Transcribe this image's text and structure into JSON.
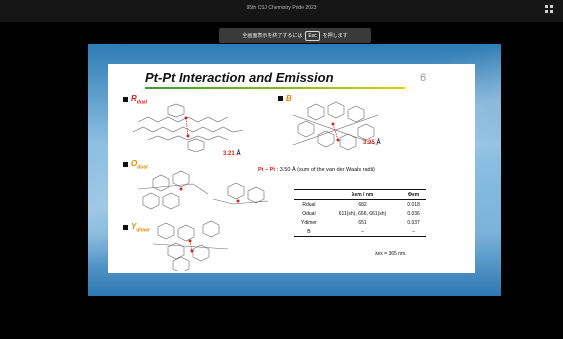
{
  "window": {
    "title": "95th CSJ Chemistry Pride 2023"
  },
  "fullscreen_toast": {
    "prefix": "全画面表示を終了するには",
    "key": "Esc",
    "suffix": "を押します"
  },
  "slide": {
    "title": "Pt-Pt Interaction and Emission",
    "page_number": "6",
    "labels": {
      "r": "R",
      "r_sub": "dual",
      "b": "B",
      "o": "O",
      "o_sub": "dual",
      "y": "Y",
      "y_sub": "dimer"
    },
    "distances": {
      "r": "3.21",
      "b": "3.25",
      "unit": "Å"
    },
    "note": {
      "prefix": "Pt – Pt",
      "text": ": 3.50 Å (sum of the van der Waals radii)"
    },
    "table": {
      "headers": [
        "",
        "λem / nm",
        "Φem"
      ],
      "rows": [
        [
          "Rdual",
          "682",
          "0.018"
        ],
        [
          "Odual",
          "611(sh), 666, 661(sh)",
          "0.036"
        ],
        [
          "Ydimer",
          "651",
          "0.037"
        ],
        [
          "B",
          "–",
          "–"
        ]
      ]
    },
    "footnote": "λex = 365 nm."
  }
}
